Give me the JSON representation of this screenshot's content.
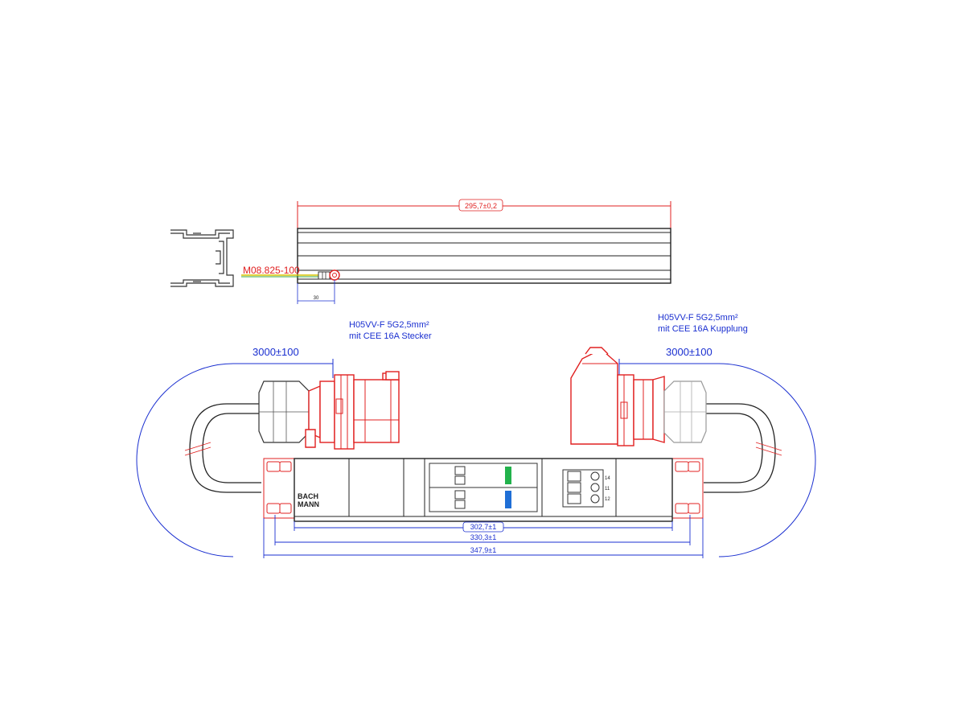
{
  "top_view": {
    "length_dim": "295,7±0,2",
    "module_code": "M08.825-100",
    "offset_dim": "30"
  },
  "plug_left": {
    "cable_line1": "H05VV-F 5G2,5mm²",
    "cable_line2": "mit CEE 16A Stecker",
    "length": "3000±100"
  },
  "plug_right": {
    "cable_line1": "H05VV-F 5G2,5mm²",
    "cable_line2": "mit CEE 16A Kupplung",
    "length": "3000±100"
  },
  "unit": {
    "brand_line1": "BACH",
    "brand_line2": "MANN",
    "terminal_labels": [
      "14",
      "11",
      "12"
    ]
  },
  "dimensions": {
    "inner": "302,7±1",
    "middle": "330,3±1",
    "overall": "347,9±1"
  },
  "colors": {
    "drawing_red": "#e02020",
    "dimension_blue": "#1a2fd0",
    "indicator_green": "#22b24c",
    "indicator_blue": "#1f6fd6"
  }
}
